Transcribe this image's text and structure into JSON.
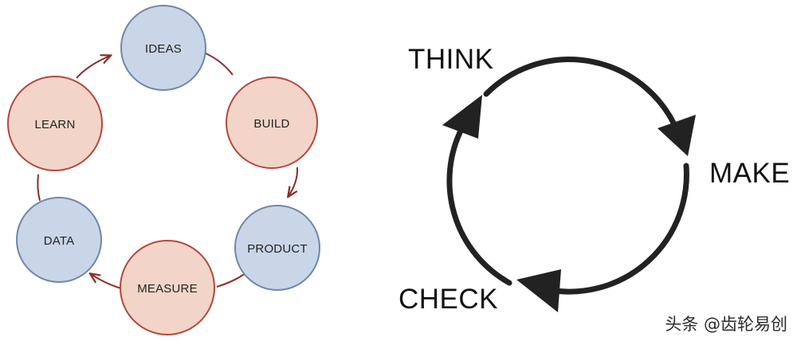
{
  "lean_cycle": {
    "nodes": [
      {
        "id": "ideas",
        "label": "IDEAS",
        "kind": "blue"
      },
      {
        "id": "build",
        "label": "BUILD",
        "kind": "red"
      },
      {
        "id": "product",
        "label": "PRODUCT",
        "kind": "blue"
      },
      {
        "id": "measure",
        "label": "MEASURE",
        "kind": "red"
      },
      {
        "id": "data",
        "label": "DATA",
        "kind": "blue"
      },
      {
        "id": "learn",
        "label": "LEARN",
        "kind": "red"
      }
    ],
    "colors": {
      "blue_fill": "#c9d6e8",
      "blue_stroke": "#6f86ad",
      "red_fill": "#f2d5c8",
      "red_stroke": "#b5473d",
      "connector": "#8a2e28"
    }
  },
  "think_cycle": {
    "think": "THINK",
    "make": "MAKE",
    "check": "CHECK",
    "colors": {
      "ring": "#222222"
    }
  },
  "watermark": {
    "text": "头条 @齿轮易创"
  }
}
